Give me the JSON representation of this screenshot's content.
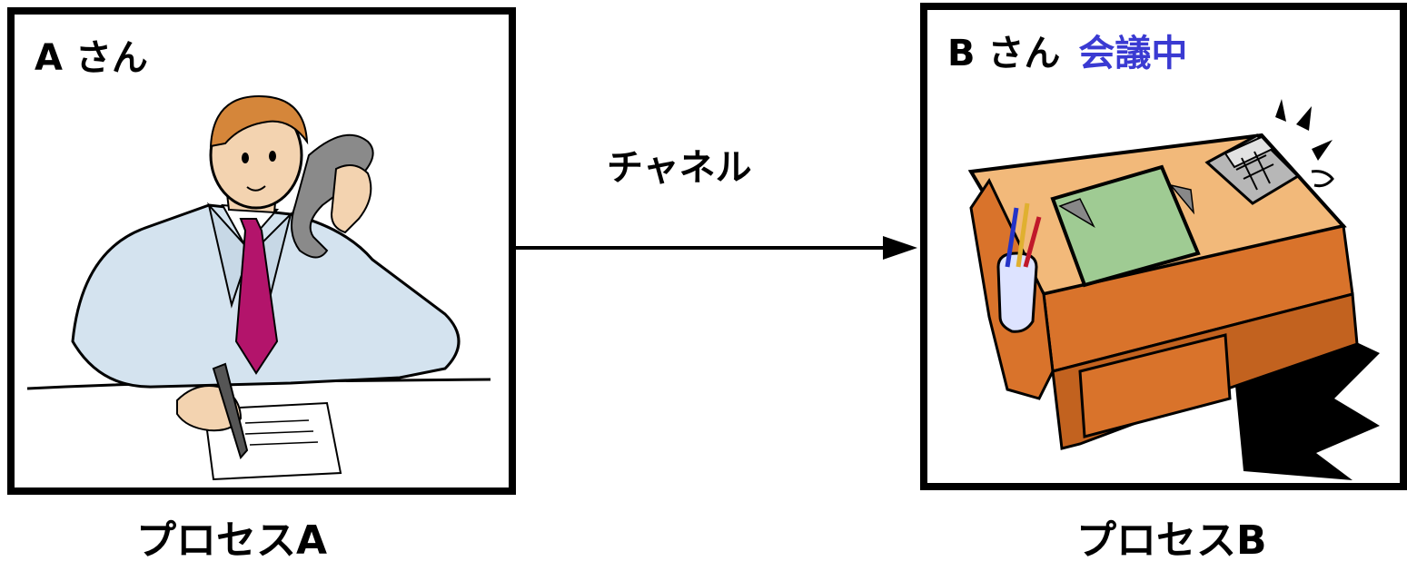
{
  "process_a": {
    "name": "A さん",
    "caption": "プロセスA"
  },
  "process_b": {
    "name": "B さん",
    "status": "会議中",
    "caption": "プロセスB"
  },
  "channel": {
    "label": "チャネル"
  },
  "colors": {
    "status": "#3a3ad2",
    "border": "#000000",
    "tie": "#b3146b",
    "suit": "#d4e3ef",
    "desk": "#d9732b",
    "desk_top": "#f2b97a",
    "screen": "#9fcb93"
  }
}
